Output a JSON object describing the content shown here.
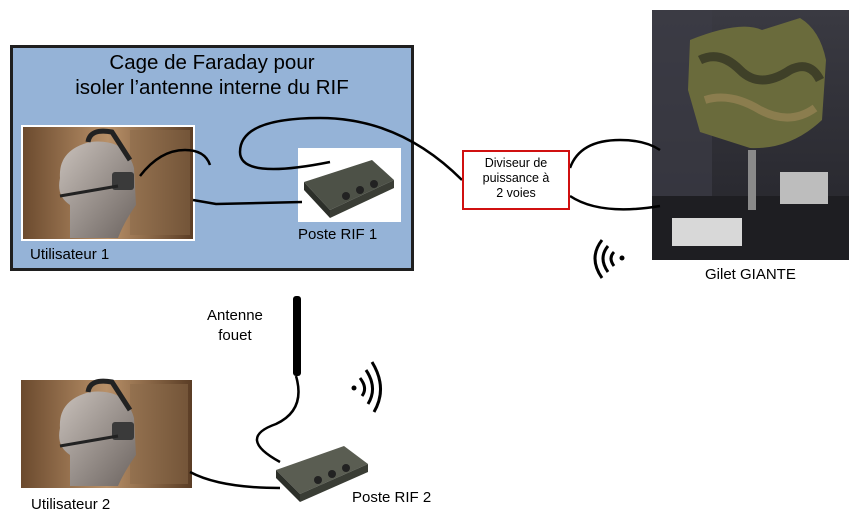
{
  "cage": {
    "title_line1": "Cage de Faraday pour",
    "title_line2": "isoler l’antenne interne du RIF"
  },
  "labels": {
    "user1": "Utilisateur 1",
    "user2": "Utilisateur 2",
    "radio1": "Poste RIF 1",
    "radio2": "Poste RIF 2",
    "antenna_line1": "Antenne",
    "antenna_line2": "fouet",
    "vest": "Gilet GIANTE"
  },
  "splitter": {
    "line1": "Diviseur de",
    "line2": "puissance à",
    "line3": "2 voies"
  },
  "colors": {
    "cage_fill": "#95b3d7",
    "splitter_border": "#d01010",
    "cable": "#000000"
  }
}
